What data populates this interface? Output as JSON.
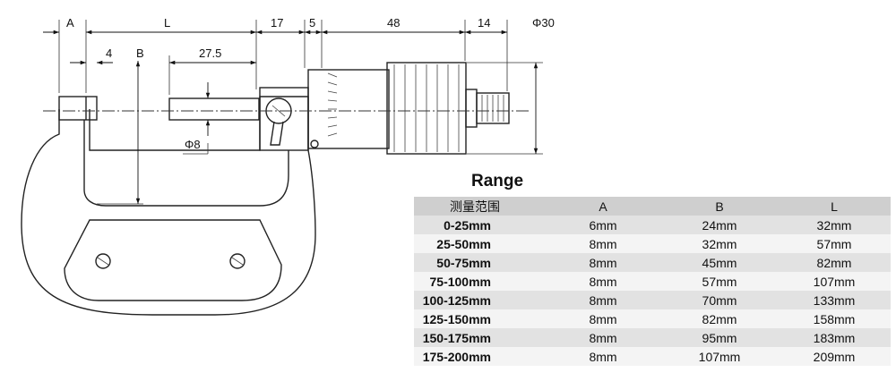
{
  "dimensions": {
    "a": "A",
    "l": "L",
    "d17": "17",
    "d5": "5",
    "d48": "48",
    "d14": "14",
    "phi30": "Φ30",
    "d4": "4",
    "b": "B",
    "d27_5": "27.5",
    "phi8": "Φ8"
  },
  "range": {
    "title": "Range",
    "headers": [
      "测量范围",
      "A",
      "B",
      "L"
    ],
    "rows": [
      [
        "0-25mm",
        "6mm",
        "24mm",
        "32mm"
      ],
      [
        "25-50mm",
        "8mm",
        "32mm",
        "57mm"
      ],
      [
        "50-75mm",
        "8mm",
        "45mm",
        "82mm"
      ],
      [
        "75-100mm",
        "8mm",
        "57mm",
        "107mm"
      ],
      [
        "100-125mm",
        "8mm",
        "70mm",
        "133mm"
      ],
      [
        "125-150mm",
        "8mm",
        "82mm",
        "158mm"
      ],
      [
        "150-175mm",
        "8mm",
        "95mm",
        "183mm"
      ],
      [
        "175-200mm",
        "8mm",
        "107mm",
        "209mm"
      ]
    ]
  }
}
